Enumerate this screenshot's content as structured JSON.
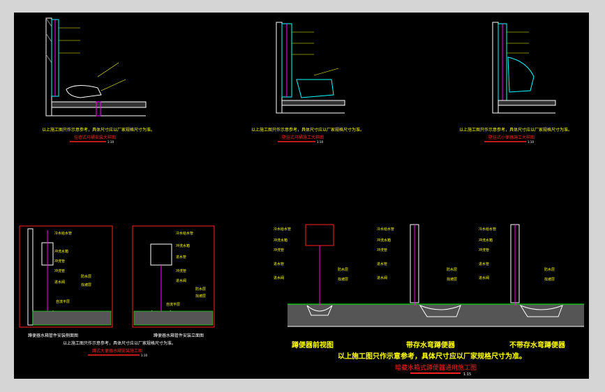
{
  "colors": {
    "background": "#000000",
    "frame": "#d5d5d5",
    "annotation": "#ffff00",
    "title": "#ff2020",
    "wall": "#ffffff",
    "pipe": "#ff00ff",
    "water": "#00ffff",
    "tile": "#00ff00"
  },
  "top_left": {
    "note": "以上施工图只作示意参考，具体尺寸应以厂家规格尺寸为准。",
    "title": "挂墙式马桶安装大样图",
    "scale": "1:10"
  },
  "top_middle": {
    "note": "以上施工图只作示意参考，具体尺寸应以厂家规格尺寸为准。",
    "title": "壁挂式马桶施工大样图",
    "scale": "1:10"
  },
  "top_right": {
    "note": "以上施工图只作示意参考，具体尺寸应以厂家规格尺寸为准。",
    "title": "壁挂式小便器施工大样图",
    "scale": "1:10"
  },
  "bottom_left": {
    "panel_a_caption": "蹲便器水箱管件安装侧面图",
    "panel_b_caption": "蹲便器水箱管件安装立面图",
    "note": "以上施工图只作示意参考，具体尺寸应以厂家规格尺寸为准。",
    "title": "蹲式大便器水箱安装施工图",
    "scale": "1:10",
    "labels_a": [
      "冷水给水管",
      "冲洗水箱",
      "冲洗管",
      "冲洗管",
      "进水阀",
      "防水层",
      "找坡层",
      "自流平层"
    ],
    "labels_b": [
      "冷水给水管",
      "冲洗水箱",
      "进水管",
      "冲洗管",
      "进水阀",
      "防水层",
      "找坡层",
      "自流平层"
    ]
  },
  "bottom_right": {
    "captions": [
      "蹲便器前视图",
      "带存水弯蹲便器",
      "不带存水弯蹲便器"
    ],
    "note": "以上施工图只作示意参考，具体尺寸应以厂家规格尺寸为准。",
    "title": "暗藏水箱式蹲便器通用施工图",
    "scale": "1:15",
    "labels_1": [
      "冷水给水管",
      "冲洗水箱",
      "冲洗管",
      "进水管",
      "进水阀",
      "防水层",
      "找坡层"
    ],
    "labels_2": [
      "冷水给水管",
      "冲洗水箱",
      "冲洗管",
      "进水管",
      "进水阀",
      "防水层",
      "找坡层"
    ],
    "labels_3": [
      "冷水给水管",
      "冲洗水箱",
      "冲洗管",
      "进水管",
      "进水阀",
      "防水层",
      "找坡层"
    ]
  }
}
